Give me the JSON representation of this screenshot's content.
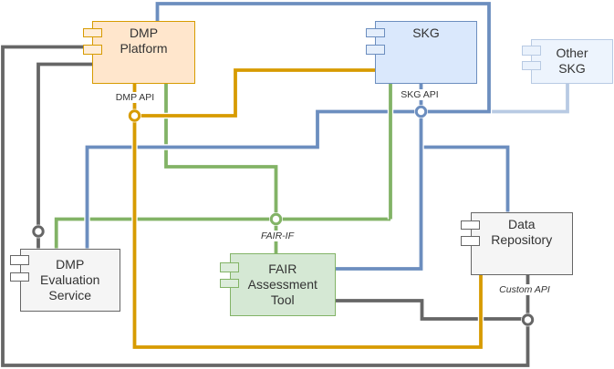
{
  "diagram": {
    "background": "#ffffff",
    "text_color": "#333333",
    "nodes": [
      {
        "id": "dmp-platform",
        "lines": [
          "DMP",
          "Platform"
        ],
        "fill": "#ffe6cc",
        "stroke": "#d79b00",
        "pin_fill": "#ffedd9"
      },
      {
        "id": "skg",
        "lines": [
          "SKG"
        ],
        "fill": "#dae8fc",
        "stroke": "#6c8ebf",
        "pin_fill": "#e4eefb"
      },
      {
        "id": "other-skg",
        "lines": [
          "Other",
          "SKG"
        ],
        "fill": "#edf4fd",
        "stroke": "#b8cae3",
        "pin_fill": "#eaf2fc"
      },
      {
        "id": "dmp-evaluation-service",
        "lines": [
          "DMP",
          "Evaluation",
          "Service"
        ],
        "fill": "#f5f5f5",
        "stroke": "#666666",
        "pin_fill": "#ffffff"
      },
      {
        "id": "fair-assessment-tool",
        "lines": [
          "FAIR",
          "Assessment",
          "Tool"
        ],
        "fill": "#d5e8d4",
        "stroke": "#82b366",
        "pin_fill": "#dcecdb"
      },
      {
        "id": "data-repository",
        "lines": [
          "Data",
          "Repository"
        ],
        "fill": "#f5f5f5",
        "stroke": "#666666",
        "pin_fill": "#ffffff"
      }
    ],
    "interface_labels": [
      {
        "id": "dmp-api",
        "label": "DMP API",
        "italic": false
      },
      {
        "id": "skg-api",
        "label": "SKG API",
        "italic": false
      },
      {
        "id": "fair-if",
        "label": "FAIR-IF",
        "italic": true
      },
      {
        "id": "custom-api",
        "label": "Custom API",
        "italic": true
      }
    ],
    "connector_colors": {
      "orange": "#d79b00",
      "blue": "#6c8ebf",
      "pale_blue": "#b8cae3",
      "green": "#82b366",
      "gray": "#666666"
    }
  }
}
